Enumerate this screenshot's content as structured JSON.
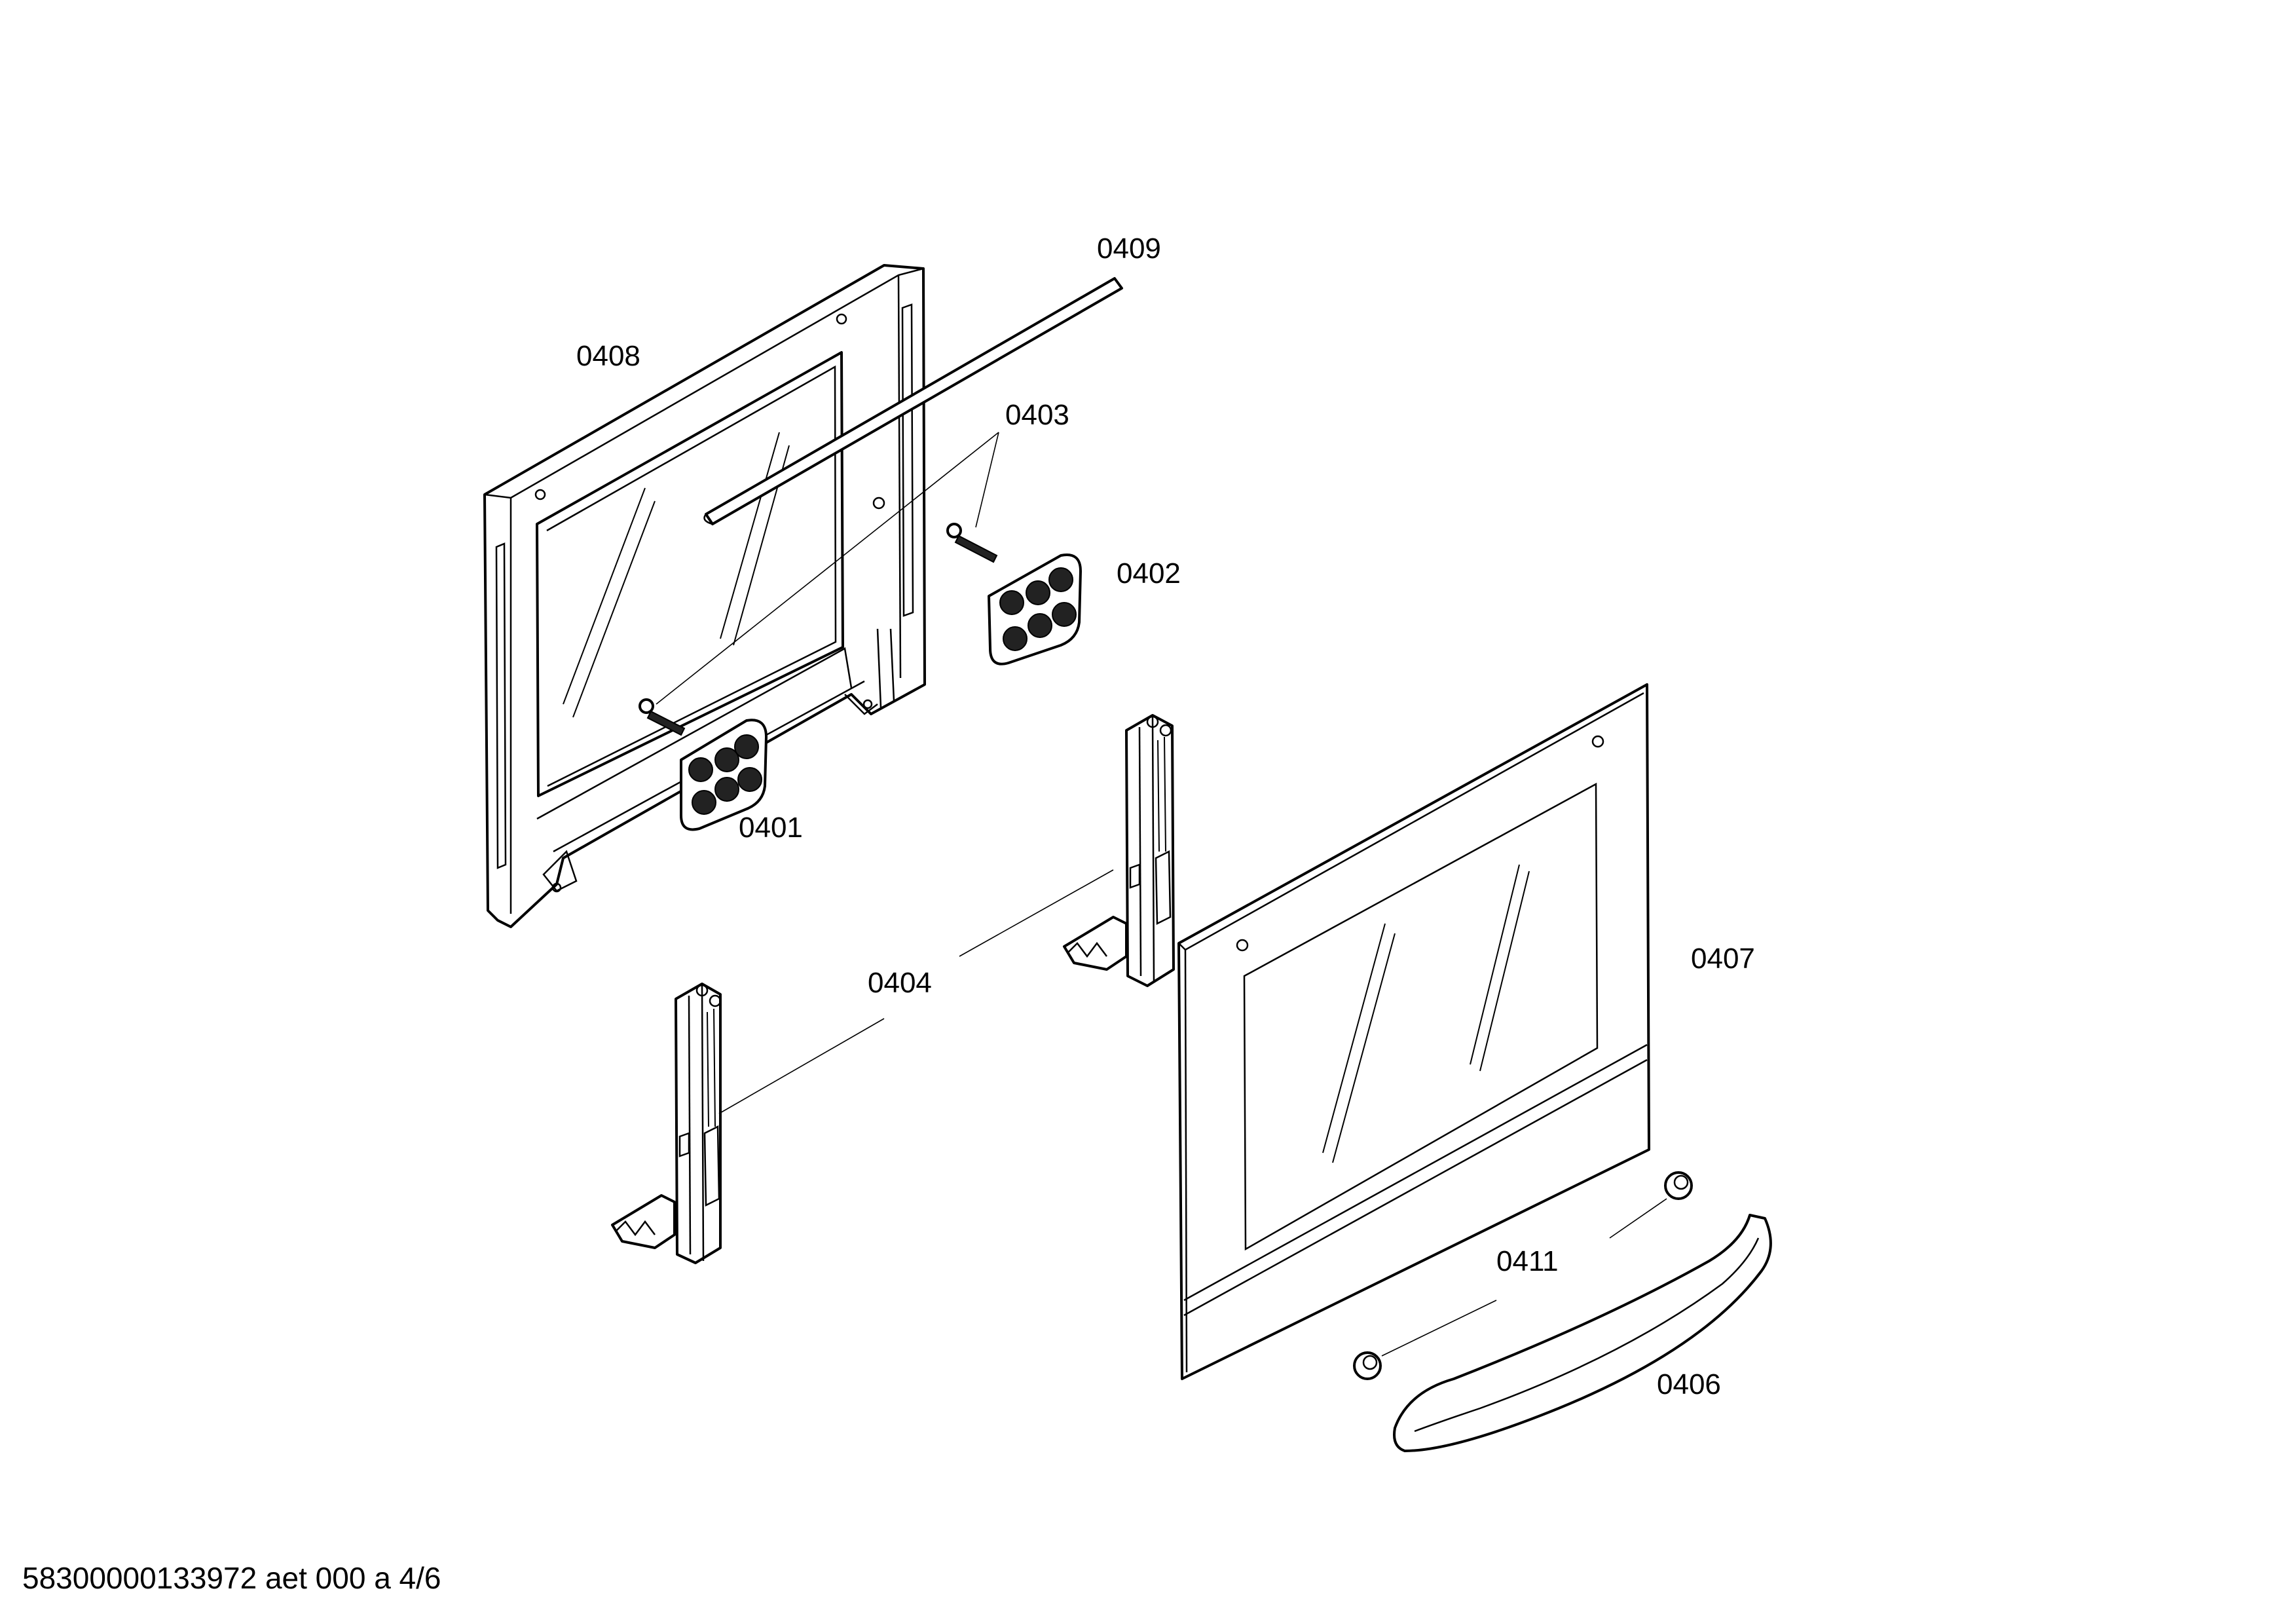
{
  "labels": {
    "p0401": "0401",
    "p0402": "0402",
    "p0403": "0403",
    "p0404": "0404",
    "p0406": "0406",
    "p0407": "0407",
    "p0408": "0408",
    "p0409": "0409",
    "p0411": "0411"
  },
  "footer": {
    "document_id": "58300000133972 aet 000 a 4/6"
  }
}
